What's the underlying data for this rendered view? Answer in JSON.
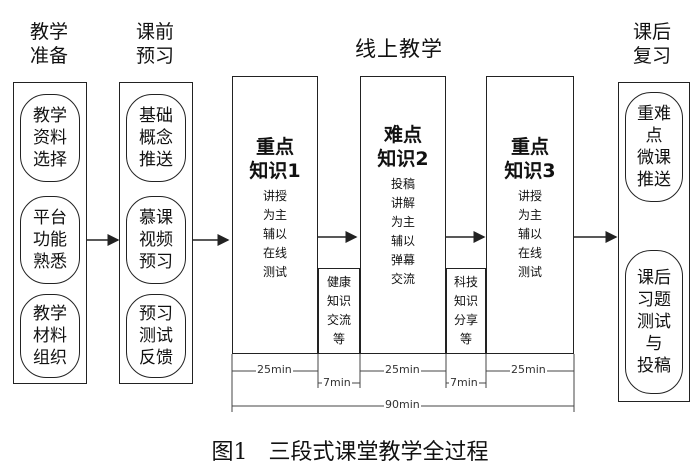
{
  "headers": {
    "prep": "教学\n准备",
    "preview": "课前\n预习",
    "online": "线上教学",
    "review": "课后\n复习"
  },
  "prep_items": [
    "教学\n资料\n选择",
    "平台\n功能\n熟悉",
    "教学\n材料\n组织"
  ],
  "preview_items": [
    "基础\n概念\n推送",
    "慕课\n视频\n预习",
    "预习\n测试\n反馈"
  ],
  "review_items": [
    "重难\n点\n微课\n推送",
    "课后\n习题\n测试\n与\n投稿"
  ],
  "blocks": [
    {
      "title": "重点\n知识1",
      "sub": "讲授\n为主\n辅以\n在线\n测试"
    },
    {
      "title": "难点\n知识2",
      "sub": "投稿\n讲解\n为主\n辅以\n弹幕\n交流"
    },
    {
      "title": "重点\n知识3",
      "sub": "讲授\n为主\n辅以\n在线\n测试"
    }
  ],
  "gaps": [
    "健康\n知识\n交流\n等",
    "科技\n知识\n分享\n等"
  ],
  "durations": {
    "block1": "25min",
    "gap1": "7min",
    "block2": "25min",
    "gap2": "7min",
    "block3": "25min",
    "total": "90min"
  },
  "caption": "图1   三段式课堂教学全过程"
}
